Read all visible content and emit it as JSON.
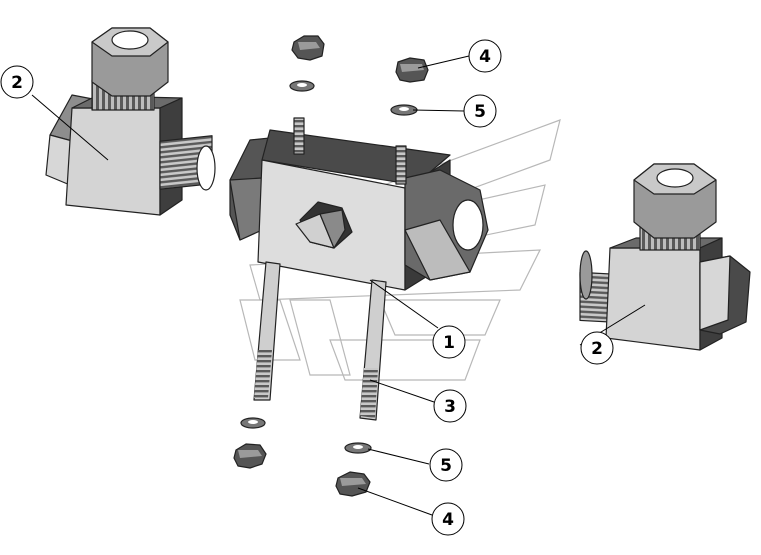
{
  "colors": {
    "metal_light": "#d9d9d9",
    "metal_mid": "#a8a8a8",
    "metal_dark": "#4a4a4a",
    "metal_black": "#2a2a2a",
    "watermark": "#b8b8b8"
  },
  "callouts": [
    {
      "id": "c2_left",
      "label": "2"
    },
    {
      "id": "c4_top",
      "label": "4"
    },
    {
      "id": "c5_top",
      "label": "5"
    },
    {
      "id": "c1",
      "label": "1"
    },
    {
      "id": "c2_right",
      "label": "2"
    },
    {
      "id": "c3",
      "label": "3"
    },
    {
      "id": "c5_bottom",
      "label": "5"
    },
    {
      "id": "c4_bottom",
      "label": "4"
    }
  ]
}
